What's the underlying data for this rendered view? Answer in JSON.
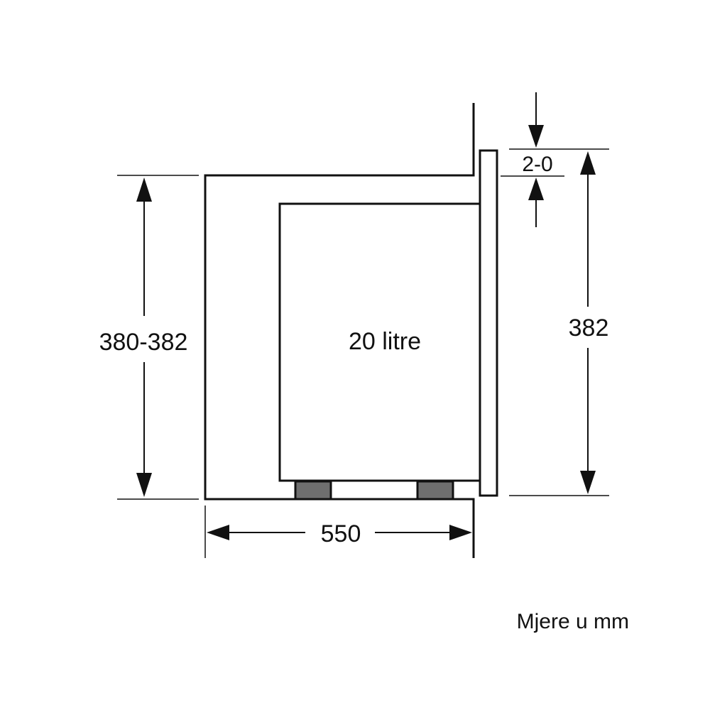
{
  "diagram": {
    "cavity_label": "20 litre",
    "dimensions": {
      "height_niche": "380-382",
      "height_door": "382",
      "depth": "550",
      "gap": "2-0"
    },
    "units_note": "Mjere u mm"
  },
  "colors": {
    "line": "#111111",
    "feet": "#6f6f6f",
    "background": "#ffffff"
  }
}
